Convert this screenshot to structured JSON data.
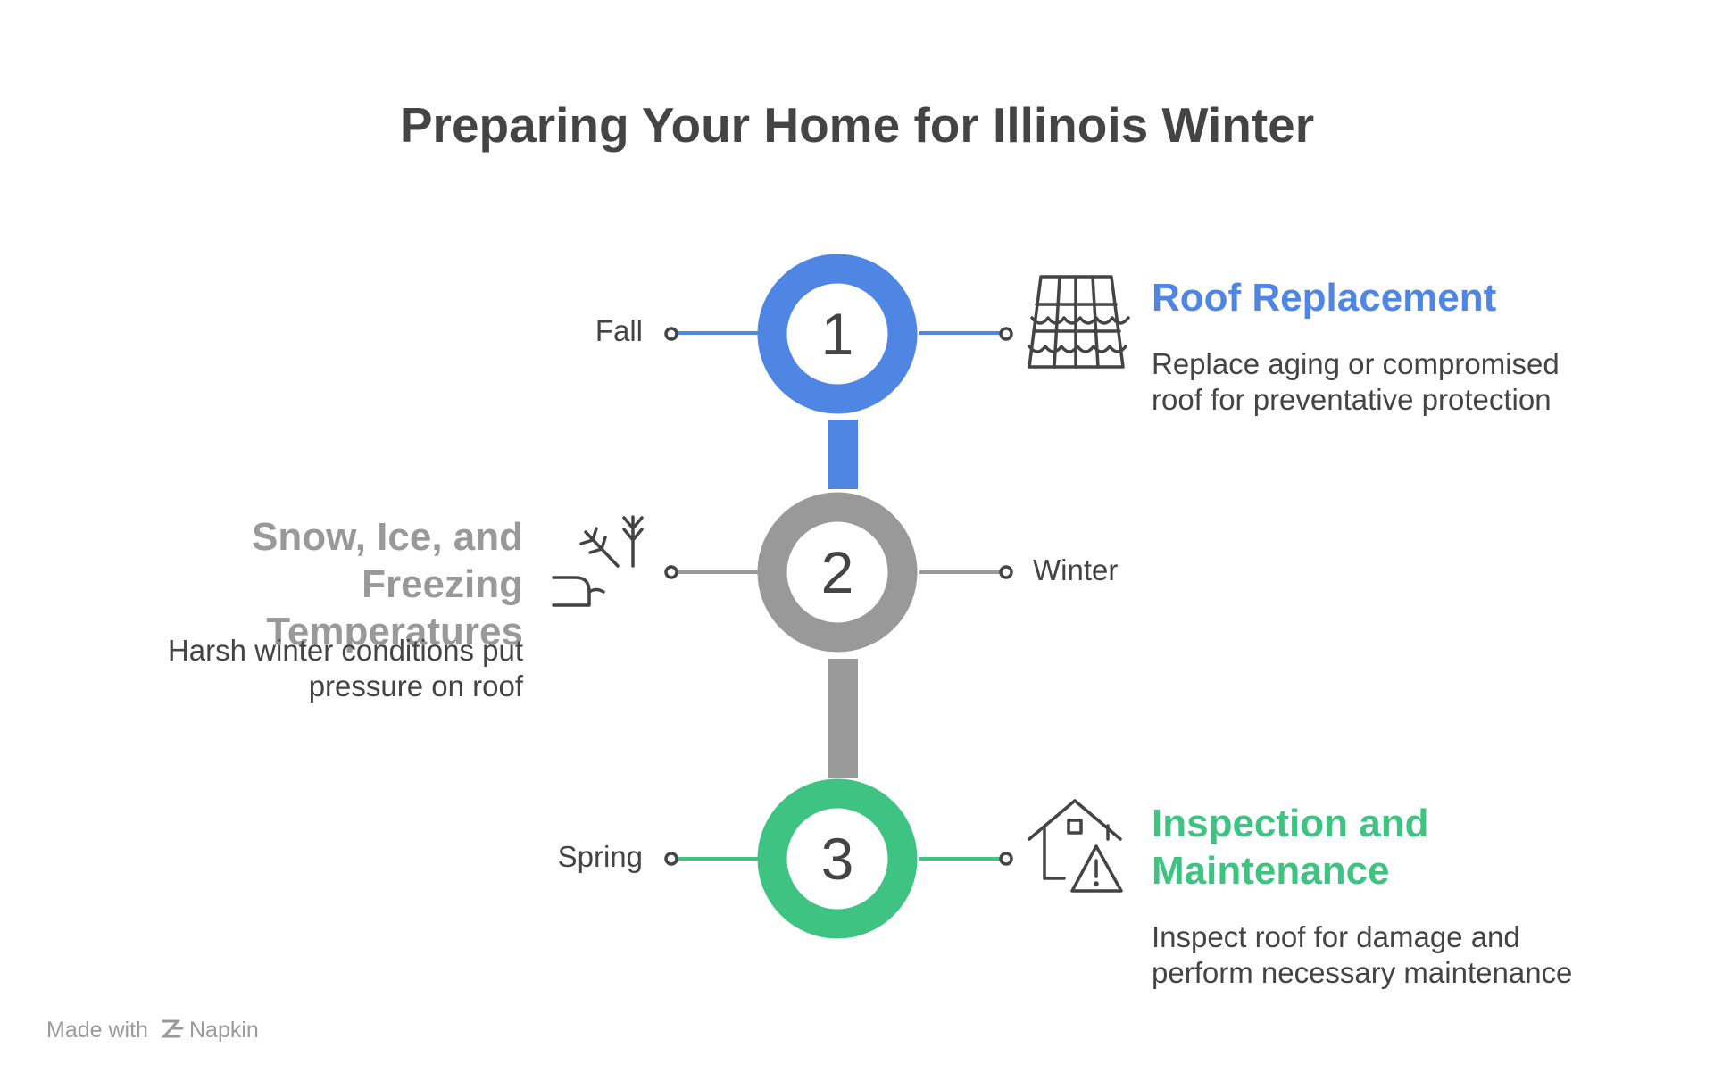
{
  "title": "Preparing Your Home for Illinois Winter",
  "colors": {
    "step1": "#4f86e4",
    "step2": "#999999",
    "step3": "#3ec383",
    "text": "#444444",
    "muted": "#9a9a9a"
  },
  "steps": [
    {
      "number": "1",
      "season": "Fall",
      "heading": "Roof Replacement",
      "desc_line1": "Replace aging or compromised",
      "desc_line2": "roof for preventative protection",
      "icon": "roof-tiles-icon"
    },
    {
      "number": "2",
      "season": "Winter",
      "heading_line1": "Snow, Ice, and Freezing",
      "heading_line2": "Temperatures",
      "desc_line1": "Harsh winter conditions put",
      "desc_line2": "pressure on roof",
      "icon": "snow-ice-icon"
    },
    {
      "number": "3",
      "season": "Spring",
      "heading_line1": "Inspection and",
      "heading_line2": "Maintenance",
      "desc_line1": "Inspect roof for damage and",
      "desc_line2": "perform necessary maintenance",
      "icon": "house-warning-icon"
    }
  ],
  "footer": {
    "made_with": "Made with",
    "brand": "Napkin"
  }
}
